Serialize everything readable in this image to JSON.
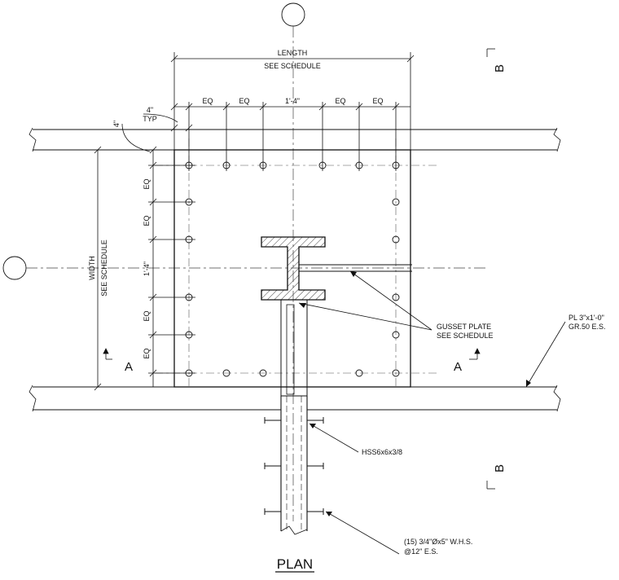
{
  "title": "PLAN",
  "dimensions": {
    "length_label": "LENGTH",
    "length_note": "SEE SCHEDULE",
    "width_label": "WIDTH",
    "width_note": "SEE SCHEDULE",
    "eq": "EQ",
    "center_spacing": "1'-4\"",
    "edge_dist": "4\"",
    "edge_dist_note": "TYP",
    "side_edge": "4\""
  },
  "sections": {
    "a": "A",
    "b": "B"
  },
  "callouts": {
    "gusset_line1": "GUSSET PLATE",
    "gusset_line2": "SEE SCHEDULE",
    "plate_line1": "PL 3\"x1'-0\"",
    "plate_line2": "GR.50 E.S.",
    "hss": "HSS6x6x3/8",
    "studs_line1": "(15) 3/4\"Øx5\" W.H.S.",
    "studs_line2": "@12\" E.S."
  }
}
